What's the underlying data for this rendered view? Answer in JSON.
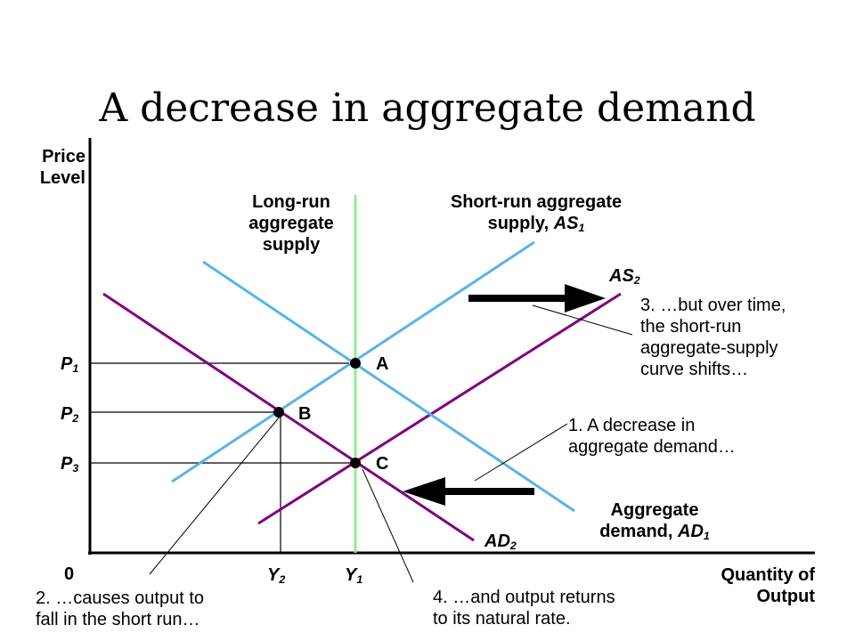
{
  "title": "A decrease in aggregate demand",
  "colors": {
    "lras": "#90ee90",
    "sras": "#58b4ec",
    "ad": "#800080",
    "guide": "#000000",
    "axis": "#000000",
    "arrow": "#000000"
  },
  "axes": {
    "y_label_line1": "Price",
    "y_label_line2": "Level",
    "x_label_line1": "Quantity of",
    "x_label_line2": "Output",
    "origin": "0"
  },
  "price_ticks": [
    {
      "letter": "P",
      "sub": "1"
    },
    {
      "letter": "P",
      "sub": "2"
    },
    {
      "letter": "P",
      "sub": "3"
    }
  ],
  "quantity_ticks": [
    {
      "letter": "Y",
      "sub": "2"
    },
    {
      "letter": "Y",
      "sub": "1"
    }
  ],
  "curves": {
    "lras_line1": "Long-run",
    "lras_line2": "aggregate",
    "lras_line3": "supply",
    "sras1_line1": "Short-run aggregate",
    "sras1_line2": "supply, ",
    "sras1_name": "AS",
    "sras1_sub": "1",
    "sras2_name": "AS",
    "sras2_sub": "2",
    "ad1_line1": "Aggregate",
    "ad1_line2": "demand, ",
    "ad1_name": "AD",
    "ad1_sub": "1",
    "ad2_name": "AD",
    "ad2_sub": "2"
  },
  "points": {
    "a": "A",
    "b": "B",
    "c": "C"
  },
  "annotations": {
    "note1_line1": "1. A decrease in",
    "note1_line2": "aggregate demand…",
    "note2_line1": "2. …causes output to",
    "note2_line2": "fall in the short run…",
    "note3_line1": "3. …but over time,",
    "note3_line2": "the short-run",
    "note3_line3": "aggregate-supply",
    "note3_line4": "curve shifts…",
    "note4_line1": "4. …and output returns",
    "note4_line2": "to its natural rate."
  }
}
